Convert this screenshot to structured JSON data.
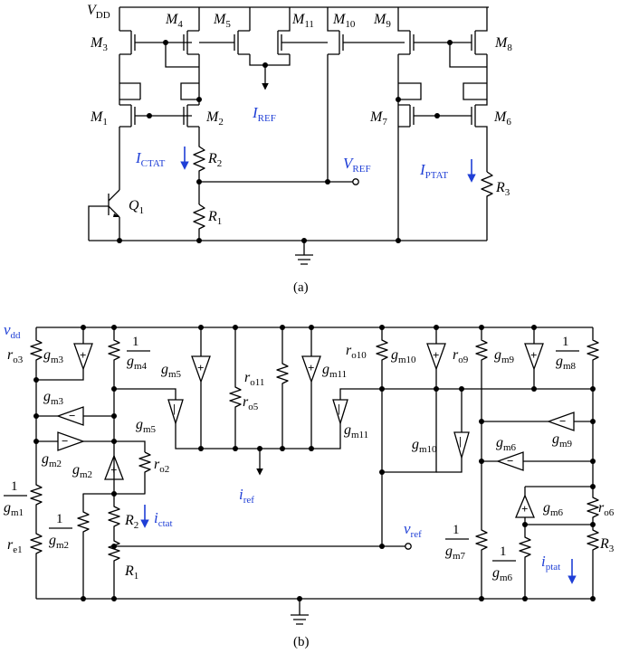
{
  "panel_a": {
    "caption": "(a)",
    "vdd": {
      "main": "V",
      "sub": "DD"
    },
    "transistors": {
      "m1": {
        "main": "M",
        "sub": "1"
      },
      "m2": {
        "main": "M",
        "sub": "2"
      },
      "m3": {
        "main": "M",
        "sub": "3"
      },
      "m4": {
        "main": "M",
        "sub": "4"
      },
      "m5": {
        "main": "M",
        "sub": "5"
      },
      "m6": {
        "main": "M",
        "sub": "6"
      },
      "m7": {
        "main": "M",
        "sub": "7"
      },
      "m8": {
        "main": "M",
        "sub": "8"
      },
      "m9": {
        "main": "M",
        "sub": "9"
      },
      "m10": {
        "main": "M",
        "sub": "10"
      },
      "m11": {
        "main": "M",
        "sub": "11"
      },
      "q1": {
        "main": "Q",
        "sub": "1"
      }
    },
    "resistors": {
      "r1": {
        "main": "R",
        "sub": "1"
      },
      "r2": {
        "main": "R",
        "sub": "2"
      },
      "r3": {
        "main": "R",
        "sub": "3"
      }
    },
    "signals": {
      "iref": {
        "main": "I",
        "sub": "REF"
      },
      "ictat": {
        "main": "I",
        "sub": "CTAT"
      },
      "iptat": {
        "main": "I",
        "sub": "PTAT"
      },
      "vref": {
        "main": "V",
        "sub": "REF"
      }
    }
  },
  "panel_b": {
    "caption": "(b)",
    "vdd": {
      "main": "v",
      "sub": "dd"
    },
    "signals": {
      "iref": {
        "main": "i",
        "sub": "ref"
      },
      "ictat": {
        "main": "i",
        "sub": "ctat"
      },
      "iptat": {
        "main": "i",
        "sub": "ptat"
      },
      "vref": {
        "main": "v",
        "sub": "ref"
      }
    },
    "labels": {
      "ro3": {
        "main": "r",
        "sub": "o3"
      },
      "gm3_top": {
        "main": "g",
        "sub": "m3"
      },
      "gm4": {
        "num": "1",
        "main": "g",
        "sub": "m4"
      },
      "gm5_top": {
        "main": "g",
        "sub": "m5"
      },
      "ro11": {
        "main": "r",
        "sub": "o11"
      },
      "gm11_top": {
        "main": "g",
        "sub": "m11"
      },
      "ro10": {
        "main": "r",
        "sub": "o10"
      },
      "gm10_top": {
        "main": "g",
        "sub": "m10"
      },
      "ro9": {
        "main": "r",
        "sub": "o9"
      },
      "gm9_top": {
        "main": "g",
        "sub": "m9"
      },
      "gm8": {
        "num": "1",
        "main": "g",
        "sub": "m8"
      },
      "gm3_mid": {
        "main": "g",
        "sub": "m3"
      },
      "gm5_mid": {
        "main": "g",
        "sub": "m5"
      },
      "ro5": {
        "main": "r",
        "sub": "o5"
      },
      "gm11_mid": {
        "main": "g",
        "sub": "m11"
      },
      "gm9_mid": {
        "main": "g",
        "sub": "m9"
      },
      "gm2_a": {
        "main": "g",
        "sub": "m2"
      },
      "gm2_b": {
        "main": "g",
        "sub": "m2"
      },
      "ro2": {
        "main": "r",
        "sub": "o2"
      },
      "gm10_mid": {
        "main": "g",
        "sub": "m10"
      },
      "gm6_a": {
        "main": "g",
        "sub": "m6"
      },
      "gm1": {
        "num": "1",
        "main": "g",
        "sub": "m1"
      },
      "gm2_inv": {
        "num": "1",
        "main": "g",
        "sub": "m2"
      },
      "gm6_b": {
        "main": "g",
        "sub": "m6"
      },
      "ro6": {
        "main": "r",
        "sub": "o6"
      },
      "gm7": {
        "num": "1",
        "main": "g",
        "sub": "m7"
      },
      "gm6_inv": {
        "num": "1",
        "main": "g",
        "sub": "m6"
      },
      "re1": {
        "main": "r",
        "sub": "e1"
      },
      "r1": {
        "main": "R",
        "sub": "1"
      },
      "r2": {
        "main": "R",
        "sub": "2"
      },
      "r3": {
        "main": "R",
        "sub": "3"
      }
    }
  }
}
